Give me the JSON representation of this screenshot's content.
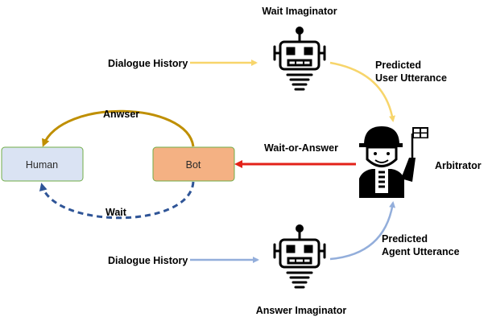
{
  "labels": {
    "wait_imaginator": "Wait Imaginator",
    "answer_imaginator": "Answer Imaginator",
    "dialogue_history_top": "Dialogue History",
    "dialogue_history_bottom": "Dialogue History",
    "predicted_user_1": "Predicted",
    "predicted_user_2": "User Utterance",
    "predicted_agent_1": "Predicted",
    "predicted_agent_2": "Agent Utterance",
    "arbitrator": "Arbitrator",
    "wait_or_answer": "Wait-or-Answer",
    "answer": "Anwser",
    "wait": "Wait"
  },
  "nodes": {
    "human": "Human",
    "bot": "Bot"
  },
  "icons": {
    "wait_robot": "robot-icon",
    "answer_robot": "robot-icon",
    "arbitrator": "referee-icon"
  },
  "colors": {
    "yellow_arrow": "#f7d56b",
    "blue_arrow": "#93aedb",
    "red_arrow": "#e32119",
    "gold_arrow": "#bf8f00",
    "dash_blue": "#2f5597",
    "human_fill": "#dae3f3",
    "human_stroke": "#70ad47",
    "bot_fill": "#f4b183",
    "bot_stroke": "#70ad47"
  }
}
